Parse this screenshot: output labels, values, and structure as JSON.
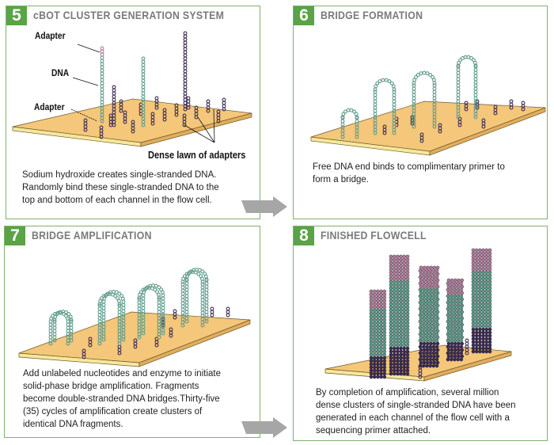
{
  "panels": [
    {
      "number": "5",
      "title": "cBOT CLUSTER GENERATION SYSTEM",
      "labels": {
        "adapter_top": "Adapter",
        "dna": "DNA",
        "adapter_bottom": "Adapter",
        "dense_lawn": "Dense lawn of adapters"
      },
      "caption": [
        "Sodium hydroxide creates single-stranded DNA.",
        "Randomly bind these single-stranded DNA to the",
        "top and bottom of each channel in the flow cell."
      ]
    },
    {
      "number": "6",
      "title": "BRIDGE FORMATION",
      "caption": [
        "Free DNA end binds to complimentary primer to",
        "form a bridge."
      ]
    },
    {
      "number": "7",
      "title": "BRIDGE AMPLIFICATION",
      "caption": [
        "Add unlabeled nucleotides and enzyme to initiate",
        "solid-phase bridge amplification. Fragments",
        "become double-stranded DNA bridges.Thirty-five",
        "(35) cycles of amplification create clusters of",
        "identical DNA fragments."
      ]
    },
    {
      "number": "8",
      "title": "FINISHED FLOWCELL",
      "caption": [
        "By completion of amplification, several million",
        "dense clusters of single-stranded DNA have been",
        "generated in each channel of the flow cell with a",
        "sequencing primer attached."
      ]
    }
  ],
  "colors": {
    "badge": "#5aa347",
    "border": "#7fb36e",
    "title": "#7a7a7a",
    "slide_top": "#f5c77a",
    "slide_edge": "#f7e79a",
    "strand_green": "#5f9b8c",
    "strand_purple": "#3c2a55",
    "adapter_pink": "#b07b9c",
    "arrow": "#a6a6a6"
  }
}
